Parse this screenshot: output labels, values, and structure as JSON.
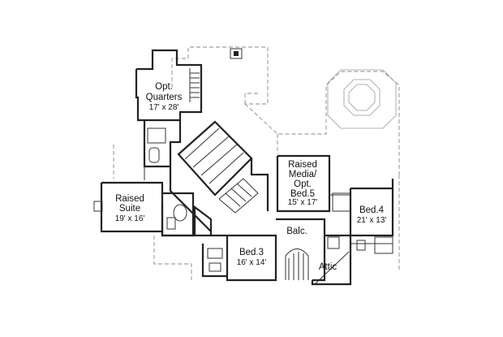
{
  "rooms": {
    "opt_quarters": {
      "name_line1": "Opt.",
      "name_line2": "Quarters",
      "size": "17' x 28'"
    },
    "raised_suite": {
      "name_line1": "Raised",
      "name_line2": "Suite",
      "size": "19' x 16'"
    },
    "raised_media": {
      "name_line1": "Raised",
      "name_line2": "Media/",
      "name_line3": "Opt.",
      "name_line4": "Bed.5",
      "size": "15' x 17'"
    },
    "bed4": {
      "name": "Bed.4",
      "size": "21' x 13'"
    },
    "bed3": {
      "name": "Bed.3",
      "size": "16' x 14'"
    },
    "balc": {
      "name": "Balc."
    },
    "attic": {
      "name": "Attic"
    }
  },
  "colors": {
    "wall": "#222222",
    "dashed_outline": "#888888",
    "background": "#ffffff"
  }
}
